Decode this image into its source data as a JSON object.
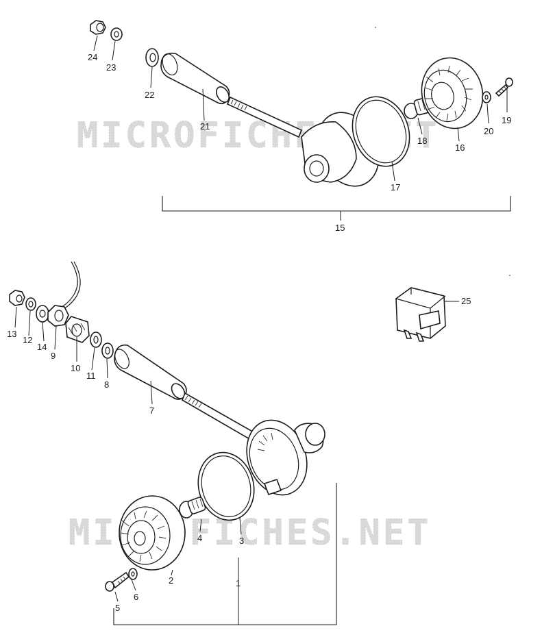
{
  "watermark": {
    "text": "MICROFICHES.NET"
  },
  "callouts": {
    "c1": "1",
    "c2": "2",
    "c3": "3",
    "c4": "4",
    "c5": "5",
    "c6": "6",
    "c7": "7",
    "c8": "8",
    "c9": "9",
    "c10": "10",
    "c11": "11",
    "c12": "12",
    "c13": "13",
    "c14": "14",
    "c15": "15",
    "c16": "16",
    "c17": "17",
    "c18": "18",
    "c19": "19",
    "c20": "20",
    "c21": "21",
    "c22": "22",
    "c23": "23",
    "c24": "24",
    "c25": "25"
  },
  "colors": {
    "ink": "#1a1a1a",
    "paper": "#ffffff",
    "watermark": "#d9d9d9"
  }
}
